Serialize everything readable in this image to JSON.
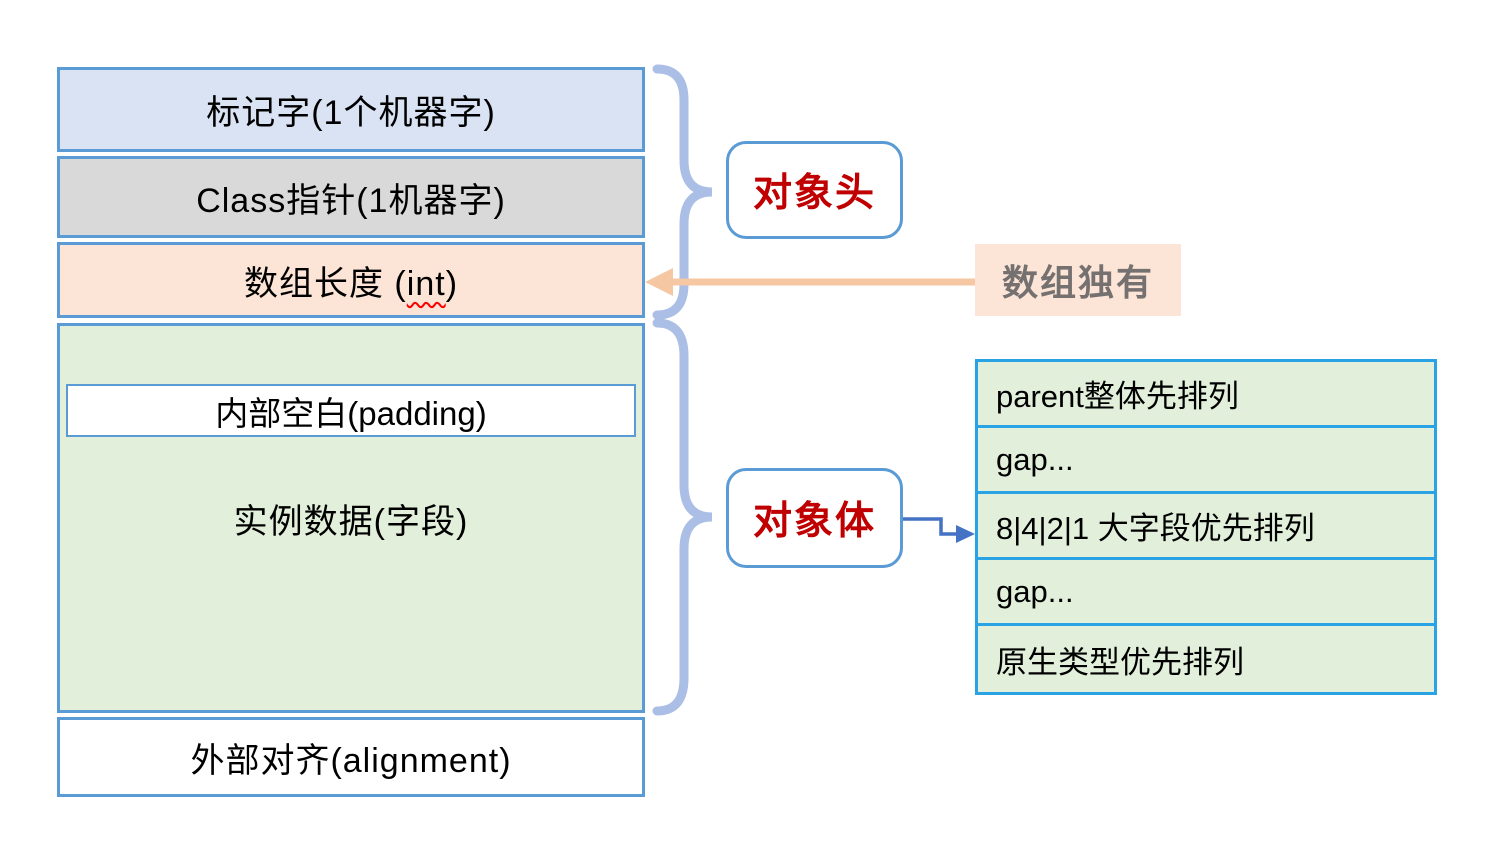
{
  "memory_stack": {
    "mark_word": "标记字(1个机器字)",
    "class_pointer": "Class指针(1机器字)",
    "array_length_prefix": "数组长度 (",
    "array_length_typed": "int",
    "array_length_suffix": ")",
    "inner_padding": "内部空白(padding)",
    "instance_data": "实例数据(字段)",
    "outer_alignment": "外部对齐(alignment)"
  },
  "callouts": {
    "object_header": "对象头",
    "object_body": "对象体",
    "array_only": "数组独有"
  },
  "field_order_table": {
    "rows": [
      "parent整体先排列",
      "gap...",
      "8|4|2|1 大字段优先排列",
      "gap...",
      "原生类型优先排列"
    ]
  },
  "colors": {
    "box_border_blue": "#5b9bd5",
    "mark_word_fill": "#dae3f3",
    "class_pointer_fill": "#d9d9d9",
    "array_fill_peach": "#fce4d6",
    "body_fill_green": "#e2efda",
    "table_border_cyan": "#29a3e3",
    "callout_text_red": "#c00000",
    "array_tag_text_gray": "#767171",
    "brace_periwinkle": "#aabee6",
    "peach_arrow": "#f5c7a3",
    "elbow_arrow_blue": "#4472c4",
    "spellcheck_wavy_red": "#ff0000"
  }
}
